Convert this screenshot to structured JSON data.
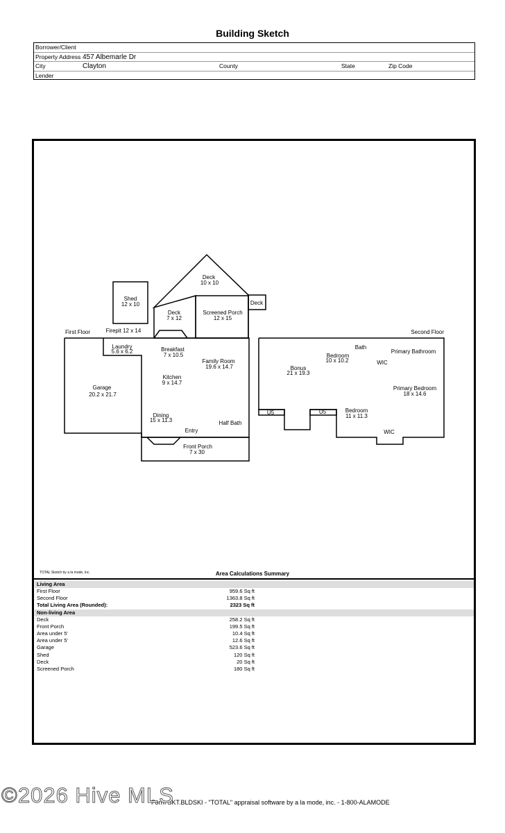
{
  "title": "Building Sketch",
  "header": {
    "borrower_label": "Borrower/Client",
    "address_label": "Property Address",
    "address": "457 Albemarle Dr",
    "city_label": "City",
    "city": "Clayton",
    "county_label": "County",
    "state_label": "State",
    "zip_label": "Zip Code",
    "lender_label": "Lender"
  },
  "sketch": {
    "first_floor": "First Floor",
    "second_floor": "Second Floor",
    "rooms": {
      "shed": "Shed",
      "shed_dim": "12 x 10",
      "deck_top": "Deck",
      "deck_top_dim": "10 x 10",
      "deck_small": "Deck",
      "deck_mid": "Deck",
      "deck_mid_dim": "7 x 12",
      "screened": "Screened Porch",
      "screened_dim": "12 x 15",
      "firepit": "Firepit 12 x 14",
      "laundry": "Laundry",
      "laundry_dim": "5.6 x 6.2",
      "breakfast": "Breakfast",
      "breakfast_dim": "7 x 10.5",
      "family": "Family Room",
      "family_dim": "19.6 x 14.7",
      "kitchen": "Kitchen",
      "kitchen_dim": "9 x 14.7",
      "garage": "Garage",
      "garage_dim": "20.2 x 21.7",
      "dining": "Dining",
      "dining_dim": "15 x 11.3",
      "entry": "Entry",
      "halfbath": "Half Bath",
      "frontporch": "Front Porch",
      "frontporch_dim": "7 x 30",
      "bath": "Bath",
      "primary_bath": "Primary Bathroom",
      "bedroom1": "Bedroom",
      "bedroom1_dim": "10 x 10.2",
      "wic1": "WIC",
      "bonus": "Bonus",
      "bonus_dim": "21 x 19.3",
      "primary_bed": "Primary Bedroom",
      "primary_bed_dim": "18 x 14.6",
      "u5a": "U5",
      "u5b": "U5",
      "bedroom2": "Bedroom",
      "bedroom2_dim": "11 x 11.3",
      "wic2": "WIC"
    }
  },
  "credit": "TOTAL Sketch by a la mode, inc.",
  "summary": {
    "title": "Area Calculations Summary",
    "living_label": "Living Area",
    "living": [
      {
        "name": "First Floor",
        "value": "959.6 Sq ft"
      },
      {
        "name": "Second Floor",
        "value": "1363.8 Sq ft"
      }
    ],
    "total": {
      "name": "Total Living Area (Rounded):",
      "value": "2323 Sq ft"
    },
    "nonliving_label": "Non-living Area",
    "nonliving": [
      {
        "name": "Deck",
        "value": "258.2 Sq ft"
      },
      {
        "name": "Front Porch",
        "value": "199.5 Sq ft"
      },
      {
        "name": "Area under 5'",
        "value": "10.4 Sq ft"
      },
      {
        "name": "Area under 5'",
        "value": "12.6 Sq ft"
      },
      {
        "name": "Garage",
        "value": "523.6 Sq ft"
      },
      {
        "name": "Shed",
        "value": "120 Sq ft"
      },
      {
        "name": "Deck",
        "value": "20 Sq ft"
      },
      {
        "name": "Screened Porch",
        "value": "180 Sq ft"
      }
    ]
  },
  "footer": "Form SKT.BLDSKI - \"TOTAL\" appraisal software by a la mode, inc. - 1-800-ALAMODE",
  "watermark": "©2026 Hive MLS"
}
